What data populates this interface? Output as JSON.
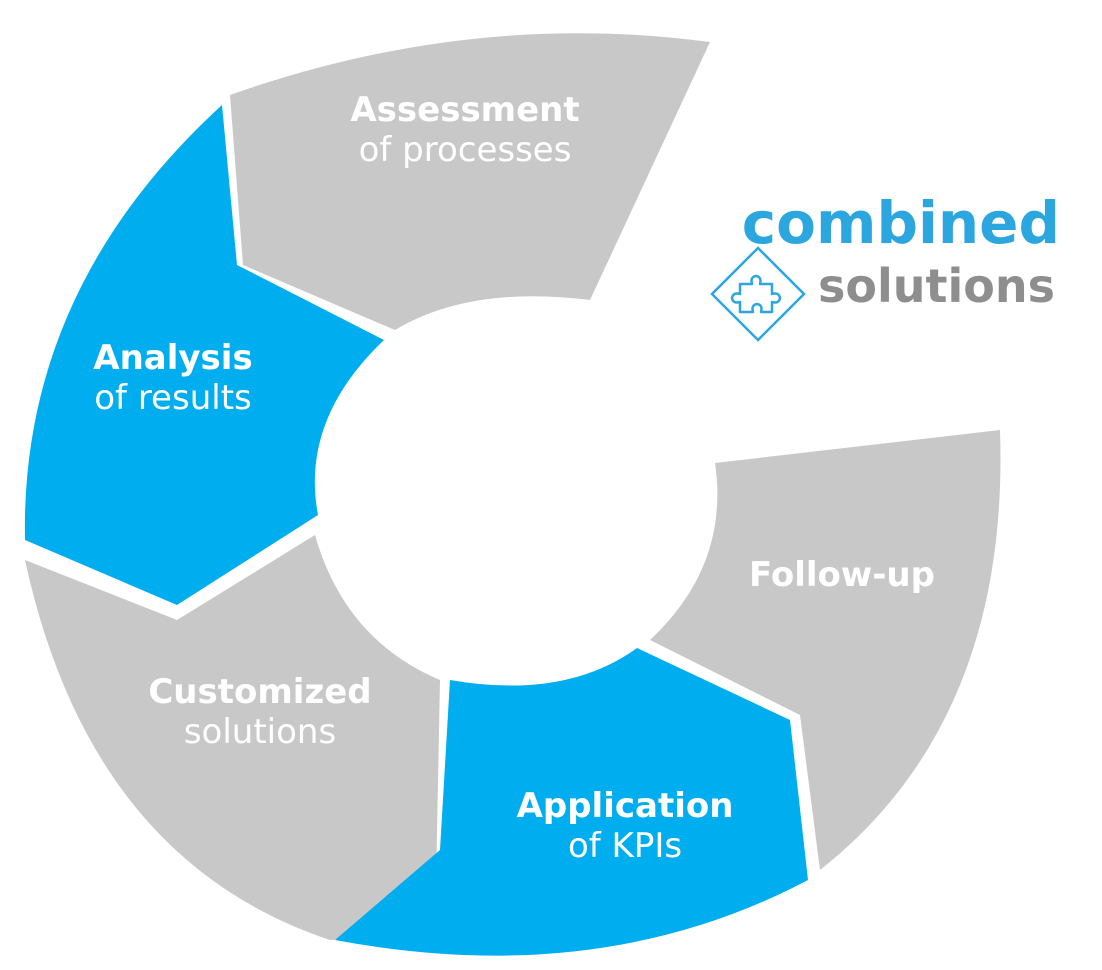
{
  "colors": {
    "gray_segment": "#c8c8c8",
    "blue_segment": "#00adef",
    "logo_blue": "#2ba6de",
    "logo_gray": "#8e8e8e"
  },
  "segments": [
    {
      "id": "assessment",
      "bold": "Assessment",
      "regular": "of processes",
      "color": "gray"
    },
    {
      "id": "analysis",
      "bold": "Analysis",
      "regular": "of results",
      "color": "blue"
    },
    {
      "id": "customized",
      "bold": "Customized",
      "regular": "solutions",
      "color": "gray"
    },
    {
      "id": "application",
      "bold": "Application",
      "regular": "of KPIs",
      "color": "blue"
    },
    {
      "id": "followup",
      "bold": "Follow-up",
      "regular": "",
      "color": "gray"
    }
  ],
  "logo": {
    "word1": "combined",
    "word2": "solutions",
    "icon": "puzzle-piece-diamond-icon"
  }
}
